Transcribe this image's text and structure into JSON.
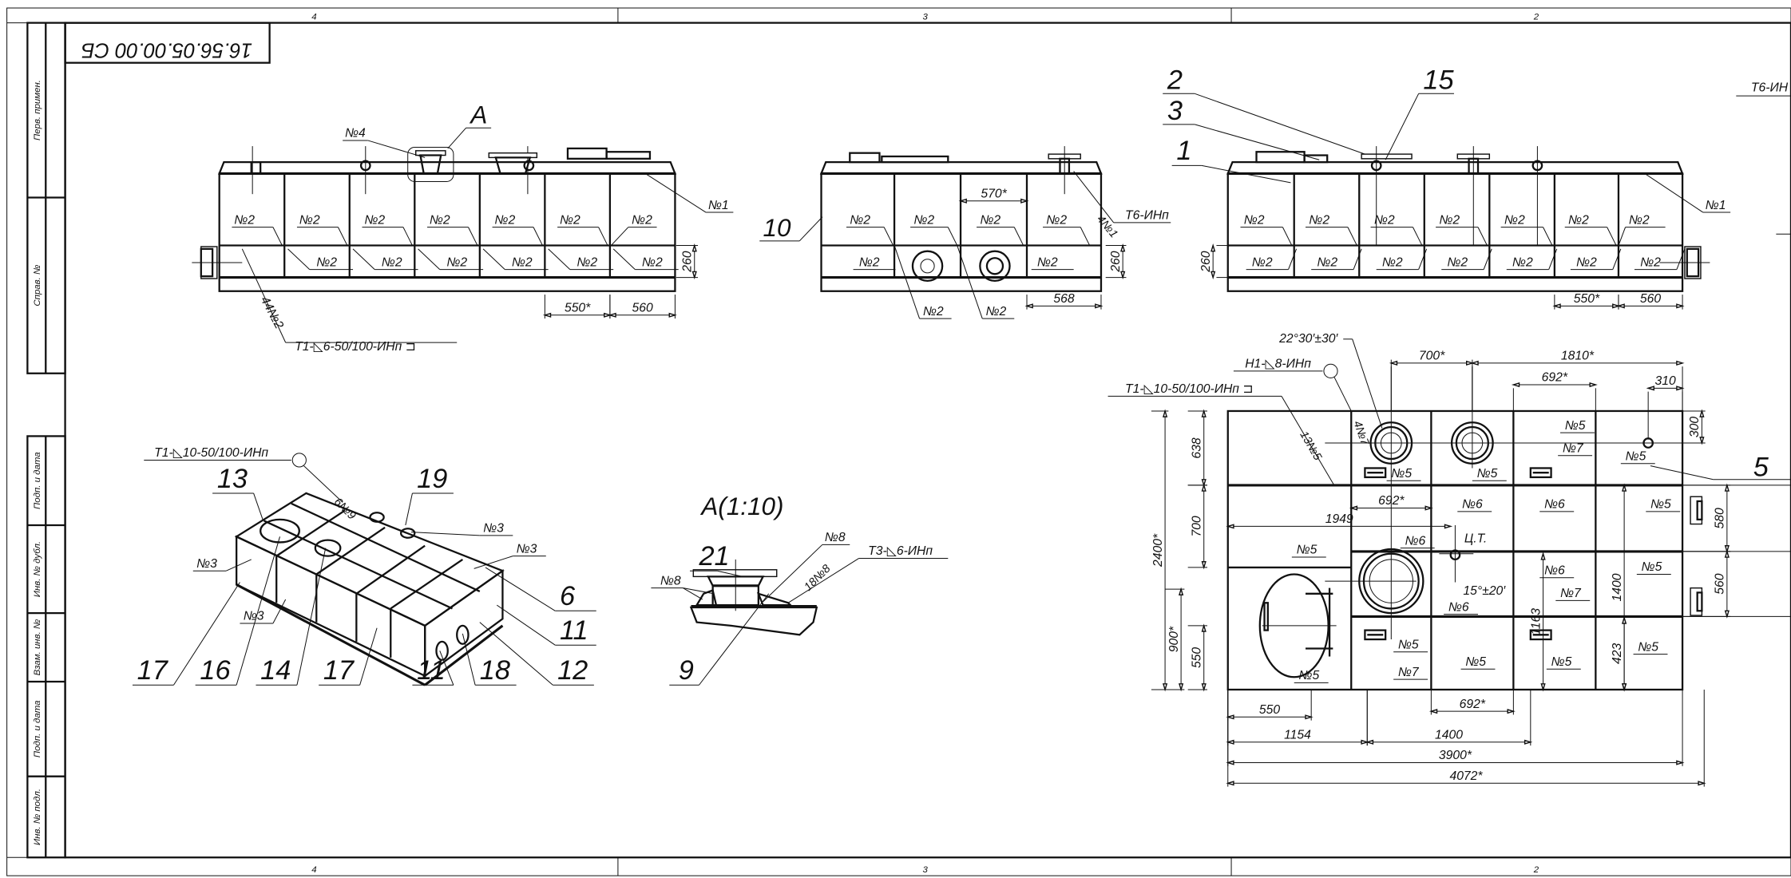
{
  "sheet": {
    "designation": "16.56.05.00.00 СБ",
    "zones": [
      "4",
      "3",
      "2"
    ]
  },
  "stamps": [
    "Перв. примен.",
    "Справ. №",
    "Подп. и дата",
    "Инв. № дубл.",
    "Взам. инв. №",
    "Подп. и дата",
    "Инв. № подл."
  ],
  "front_view": {
    "callout_a": "A",
    "n4": "№4",
    "n1": "№1",
    "n2": "№2",
    "weld_count": "44№2",
    "weld": "Т1-◺6-50/100-ИНп ⊐",
    "dim_550": "550*",
    "dim_560": "560",
    "dim_260": "260"
  },
  "side_view": {
    "pos_10": "10",
    "n2": "№2",
    "n1_count": "4№1",
    "weld": "Т6-ИНп",
    "dim_570": "570*",
    "dim_568": "568",
    "dim_260": "260"
  },
  "rear_view": {
    "pos_1": "1",
    "pos_2": "2",
    "pos_3": "3",
    "pos_15": "15",
    "n1": "№1",
    "n2": "№2",
    "weld": "Т6-ИН",
    "dim_260": "260",
    "dim_550": "550*",
    "dim_560": "560"
  },
  "plan_view": {
    "angle_1": "22°30′±30′",
    "weld_h1": "Н1-◺8-ИНп",
    "weld_t1": "Т1-◺10-50/100-ИНп ⊐",
    "n5_count": "13№5",
    "n7_count": "4№7",
    "n5": "№5",
    "n6": "№6",
    "n7": "№7",
    "cg": "Ц.Т.",
    "angle_2": "15°±20′",
    "pos_5": "5",
    "dims": {
      "d700s": "700*",
      "d1810": "1810*",
      "d692a": "692*",
      "d310": "310",
      "d300": "300",
      "d638": "638",
      "d700": "700",
      "d2400": "2400*",
      "d900": "900*",
      "d550v": "550",
      "d1949": "1949",
      "d692b": "692*",
      "d580": "580",
      "d560": "560",
      "d1400v": "1400",
      "d1163": "1163",
      "d423": "423",
      "d550h": "550",
      "d1154": "1154",
      "d1400h": "1400",
      "d692c": "692*",
      "d3900": "3900*",
      "d4072": "4072*"
    }
  },
  "iso_view": {
    "weld": "Т1-◺10-50/100-ИНп",
    "n9_count": "6№9",
    "n3": "№3",
    "positions": [
      "13",
      "19",
      "6",
      "11",
      "12",
      "17",
      "16",
      "14",
      "17",
      "11",
      "18"
    ]
  },
  "detail_a": {
    "title": "A(1:10)",
    "pos_21": "21",
    "pos_9": "9",
    "n8": "№8",
    "n8_count": "18№8",
    "weld": "Т3-◺6-ИНп"
  }
}
